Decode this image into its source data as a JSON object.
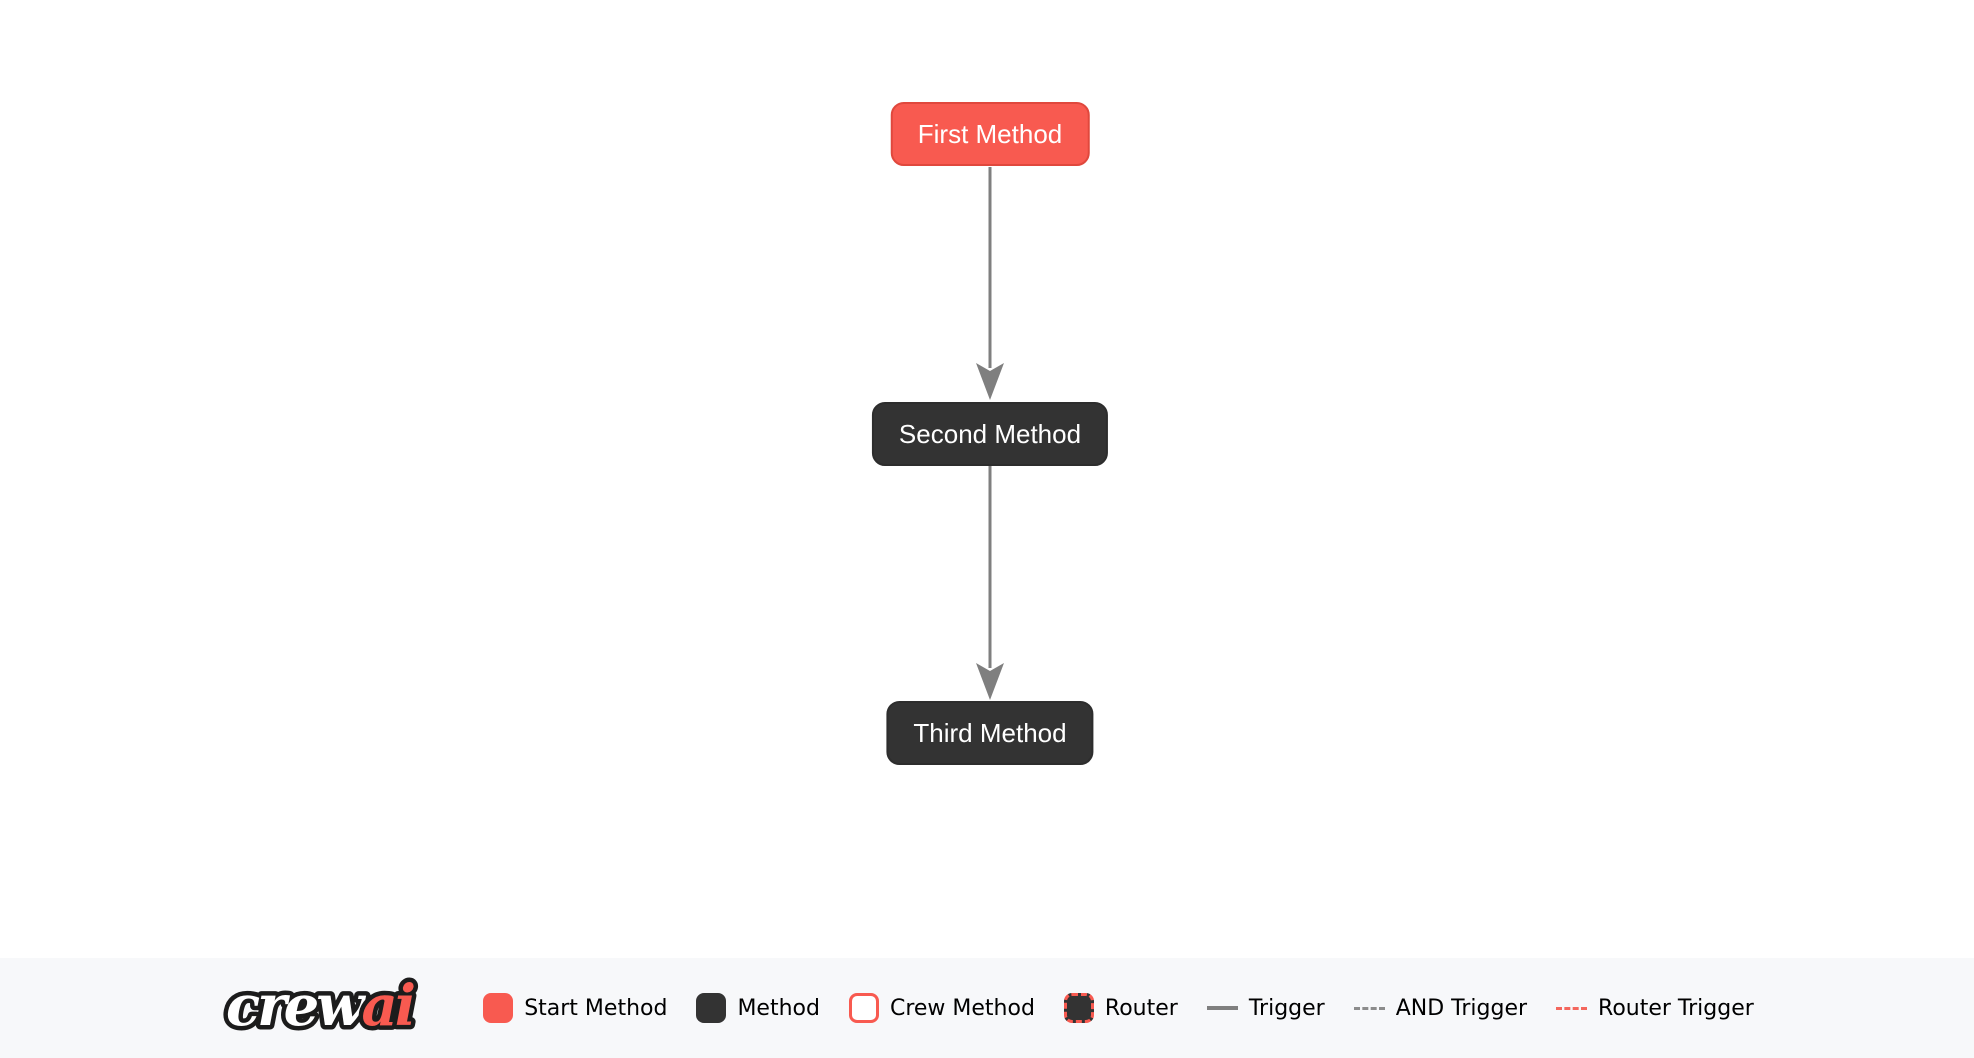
{
  "diagram": {
    "nodes": [
      {
        "id": "first_method",
        "label": "First Method",
        "type": "start-method"
      },
      {
        "id": "second_method",
        "label": "Second Method",
        "type": "method"
      },
      {
        "id": "third_method",
        "label": "Third Method",
        "type": "method"
      }
    ],
    "edges": [
      {
        "from": "first_method",
        "to": "second_method",
        "type": "trigger"
      },
      {
        "from": "second_method",
        "to": "third_method",
        "type": "trigger"
      }
    ]
  },
  "colors": {
    "start_method_fill": "#F85A50",
    "start_method_border": "#E0483D",
    "method_fill": "#333333",
    "node_text": "#FFFFFF",
    "edge": "#7F7F7F",
    "router_trigger": "#F4675D",
    "legend_background": "#F7F8FA",
    "canvas_background": "#FFFFFF",
    "legend_text": "#000000"
  },
  "legend": {
    "logo": {
      "text_crew": "crew",
      "text_ai": "ai"
    },
    "items": [
      {
        "label": "Start Method",
        "swatch": "start-method-box"
      },
      {
        "label": "Method",
        "swatch": "method-box"
      },
      {
        "label": "Crew Method",
        "swatch": "crew-method-box"
      },
      {
        "label": "Router",
        "swatch": "router-box"
      },
      {
        "label": "Trigger",
        "swatch": "solid-gray-line"
      },
      {
        "label": "AND Trigger",
        "swatch": "dashed-gray-line"
      },
      {
        "label": "Router Trigger",
        "swatch": "dashed-red-line"
      }
    ]
  }
}
